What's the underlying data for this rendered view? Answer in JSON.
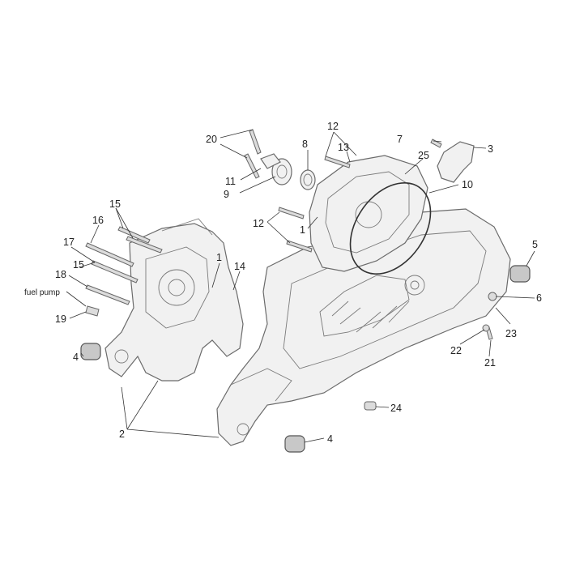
{
  "labels": {
    "l1a": "1",
    "l1b": "1",
    "l2": "2",
    "l3": "3",
    "l4a": "4",
    "l4b": "4",
    "l5": "5",
    "l6": "6",
    "l7": "7",
    "l8": "8",
    "l9": "9",
    "l10": "10",
    "l11": "11",
    "l12a": "12",
    "l12b": "12",
    "l13": "13",
    "l14": "14",
    "l15a": "15",
    "l15b": "15",
    "l16": "16",
    "l17": "17",
    "l18": "18",
    "l19": "19",
    "l20": "20",
    "l21": "21",
    "l22": "22",
    "l23": "23",
    "l24": "24",
    "l25": "25",
    "fuel_pump": "fuel pump"
  }
}
